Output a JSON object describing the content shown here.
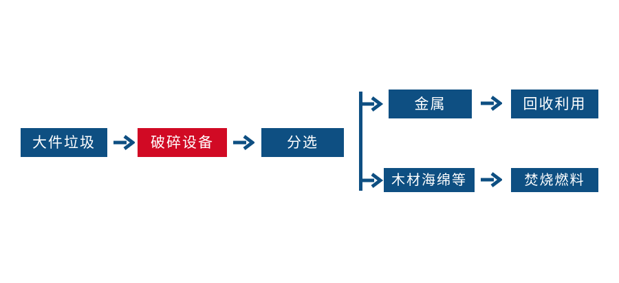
{
  "diagram": {
    "title": "",
    "type": "process-flow",
    "colors": {
      "primary": "#0e4f82",
      "accent": "#d10a24",
      "background": "#ffffff",
      "text": "#ffffff"
    },
    "nodes": [
      {
        "id": "bulky",
        "label": "大件垃圾",
        "color": "#0e4f82",
        "row": "main"
      },
      {
        "id": "crusher",
        "label": "破碎设备",
        "color": "#d10a24",
        "row": "main"
      },
      {
        "id": "sorting",
        "label": "分选",
        "color": "#0e4f82",
        "row": "main"
      },
      {
        "id": "metal",
        "label": "金属",
        "color": "#0e4f82",
        "row": "upper"
      },
      {
        "id": "recycle",
        "label": "回收利用",
        "color": "#0e4f82",
        "row": "upper"
      },
      {
        "id": "wood",
        "label": "木材海绵等",
        "color": "#0e4f82",
        "row": "lower"
      },
      {
        "id": "fuel",
        "label": "焚烧燃料",
        "color": "#0e4f82",
        "row": "lower"
      }
    ],
    "connectors": [
      {
        "id": "a1",
        "from": "bulky",
        "to": "crusher",
        "kind": "arrow-right",
        "glyph": "→"
      },
      {
        "id": "a2",
        "from": "crusher",
        "to": "sorting",
        "kind": "arrow-right",
        "glyph": "→"
      },
      {
        "id": "a3",
        "from": "metal",
        "to": "recycle",
        "kind": "arrow-right",
        "glyph": "→"
      },
      {
        "id": "a4",
        "from": "wood",
        "to": "fuel",
        "kind": "arrow-right",
        "glyph": "→"
      },
      {
        "id": "b1",
        "from": "sorting",
        "to": "metal",
        "kind": "branch-arrow-up",
        "glyph": "↦"
      },
      {
        "id": "b2",
        "from": "sorting",
        "to": "wood",
        "kind": "branch-arrow-down",
        "glyph": "↦"
      }
    ]
  }
}
